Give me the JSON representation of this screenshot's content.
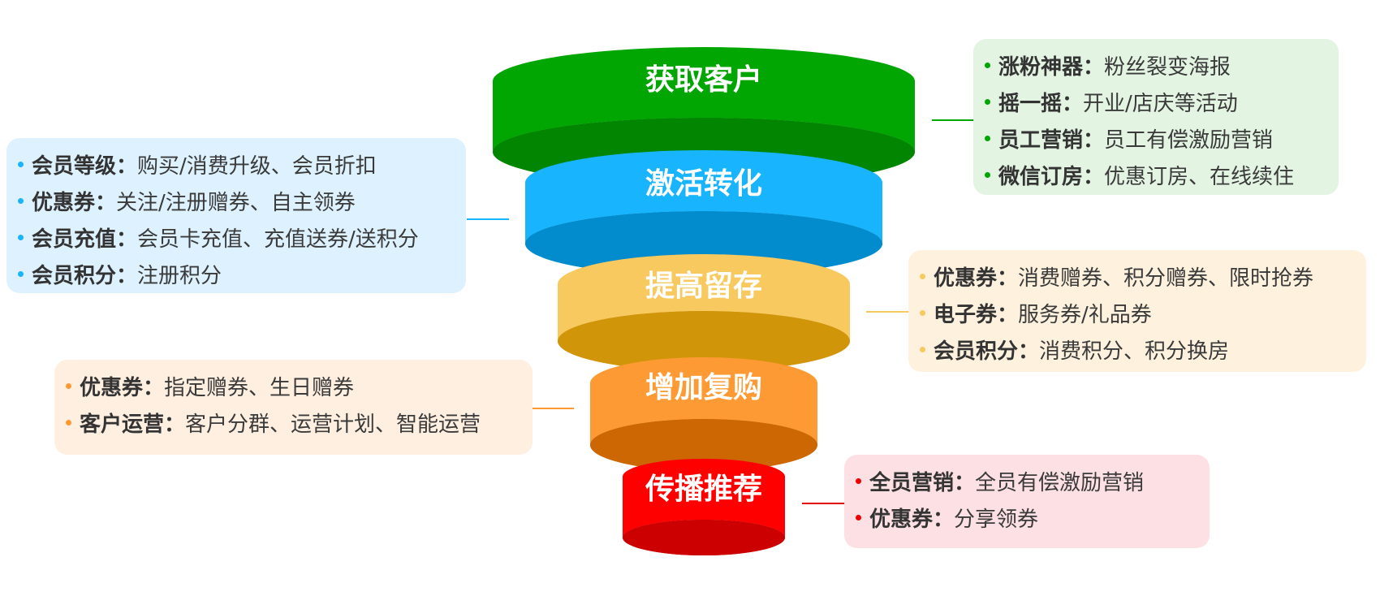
{
  "diagram": {
    "type": "funnel",
    "stages": [
      {
        "label": "获取客户",
        "colors": {
          "body": "#02a603",
          "bottom": "#028602",
          "box_bg": "#e3f4e3",
          "line": "#02a603",
          "bullet": "#02a603"
        },
        "items": [
          {
            "key": "涨粉神器",
            "sep": "：",
            "value": "粉丝裂变海报"
          },
          {
            "key": "摇一摇",
            "sep": "：",
            "value": "开业/店庆等活动"
          },
          {
            "key": "员工营销",
            "sep": "：",
            "value": "员工有偿激励营销"
          },
          {
            "key": "微信订房",
            "sep": "：",
            "value": "优惠订房、在线续住"
          }
        ]
      },
      {
        "label": "激活转化",
        "colors": {
          "body": "#18b4fd",
          "bottom": "#028ccd",
          "box_bg": "#ddf2fe",
          "line": "#18b4fd",
          "bullet": "#18b4fd"
        },
        "items": [
          {
            "key": "会员等级",
            "sep": "：",
            "value": "购买/消费升级、会员折扣"
          },
          {
            "key": "优惠券",
            "sep": "：",
            "value": "关注/注册赠券、自主领券"
          },
          {
            "key": "会员充值",
            "sep": "：",
            "value": "会员卡充值、充值送券/送积分"
          },
          {
            "key": "会员积分",
            "sep": "：",
            "value": "注册积分"
          }
        ]
      },
      {
        "label": "提高留存",
        "colors": {
          "body": "#f8c95e",
          "bottom": "#d1950a",
          "box_bg": "#fef2de",
          "line": "#f8c95e",
          "bullet": "#f8c95e"
        },
        "items": [
          {
            "key": "优惠券",
            "sep": "：",
            "value": "消费赠券、积分赠券、限时抢券"
          },
          {
            "key": "电子券",
            "sep": "：",
            "value": "服务券/礼品券"
          },
          {
            "key": "会员积分",
            "sep": "：",
            "value": "消费积分、积分换房"
          }
        ]
      },
      {
        "label": "增加复购",
        "colors": {
          "body": "#fd9a33",
          "bottom": "#cc6703",
          "box_bg": "#ffefe0",
          "line": "#fd9a33",
          "bullet": "#fd9a33"
        },
        "items": [
          {
            "key": "优惠券",
            "sep": "：",
            "value": "指定赠券、生日赠券"
          },
          {
            "key": "客户运营",
            "sep": "：",
            "value": "客户分群、运营计划、智能运营"
          }
        ]
      },
      {
        "label": "传播推荐",
        "colors": {
          "body": "#fe0000",
          "bottom": "#cc0000",
          "box_bg": "#fde0e3",
          "line": "#e60000",
          "bullet": "#ee0000"
        },
        "items": [
          {
            "key": "全员营销",
            "sep": "：",
            "value": "全员有偿激励营销"
          },
          {
            "key": "优惠券",
            "sep": "：",
            "value": "分享领券"
          }
        ]
      }
    ]
  }
}
